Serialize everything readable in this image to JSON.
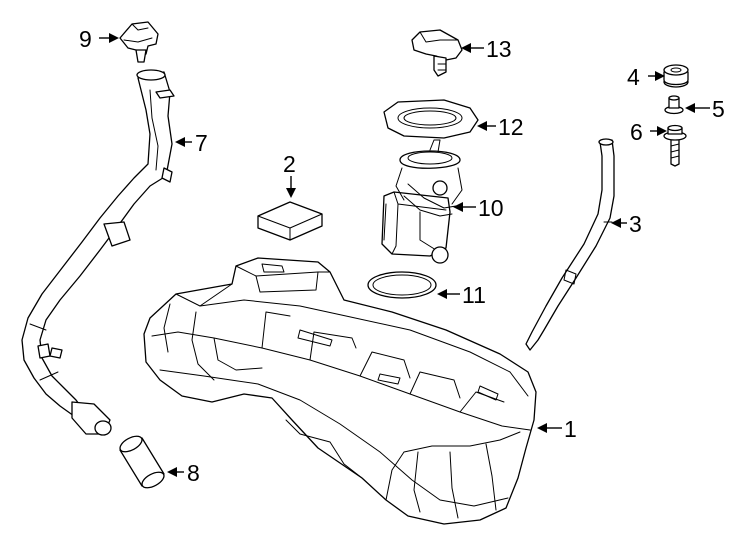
{
  "diagram": {
    "colors": {
      "line": "#000000",
      "background": "#ffffff"
    },
    "callouts": [
      {
        "id": "1",
        "label": "1"
      },
      {
        "id": "2",
        "label": "2"
      },
      {
        "id": "3",
        "label": "3"
      },
      {
        "id": "4",
        "label": "4"
      },
      {
        "id": "5",
        "label": "5"
      },
      {
        "id": "6",
        "label": "6"
      },
      {
        "id": "7",
        "label": "7"
      },
      {
        "id": "8",
        "label": "8"
      },
      {
        "id": "9",
        "label": "9"
      },
      {
        "id": "10",
        "label": "10"
      },
      {
        "id": "11",
        "label": "11"
      },
      {
        "id": "12",
        "label": "12"
      },
      {
        "id": "13",
        "label": "13"
      }
    ]
  }
}
